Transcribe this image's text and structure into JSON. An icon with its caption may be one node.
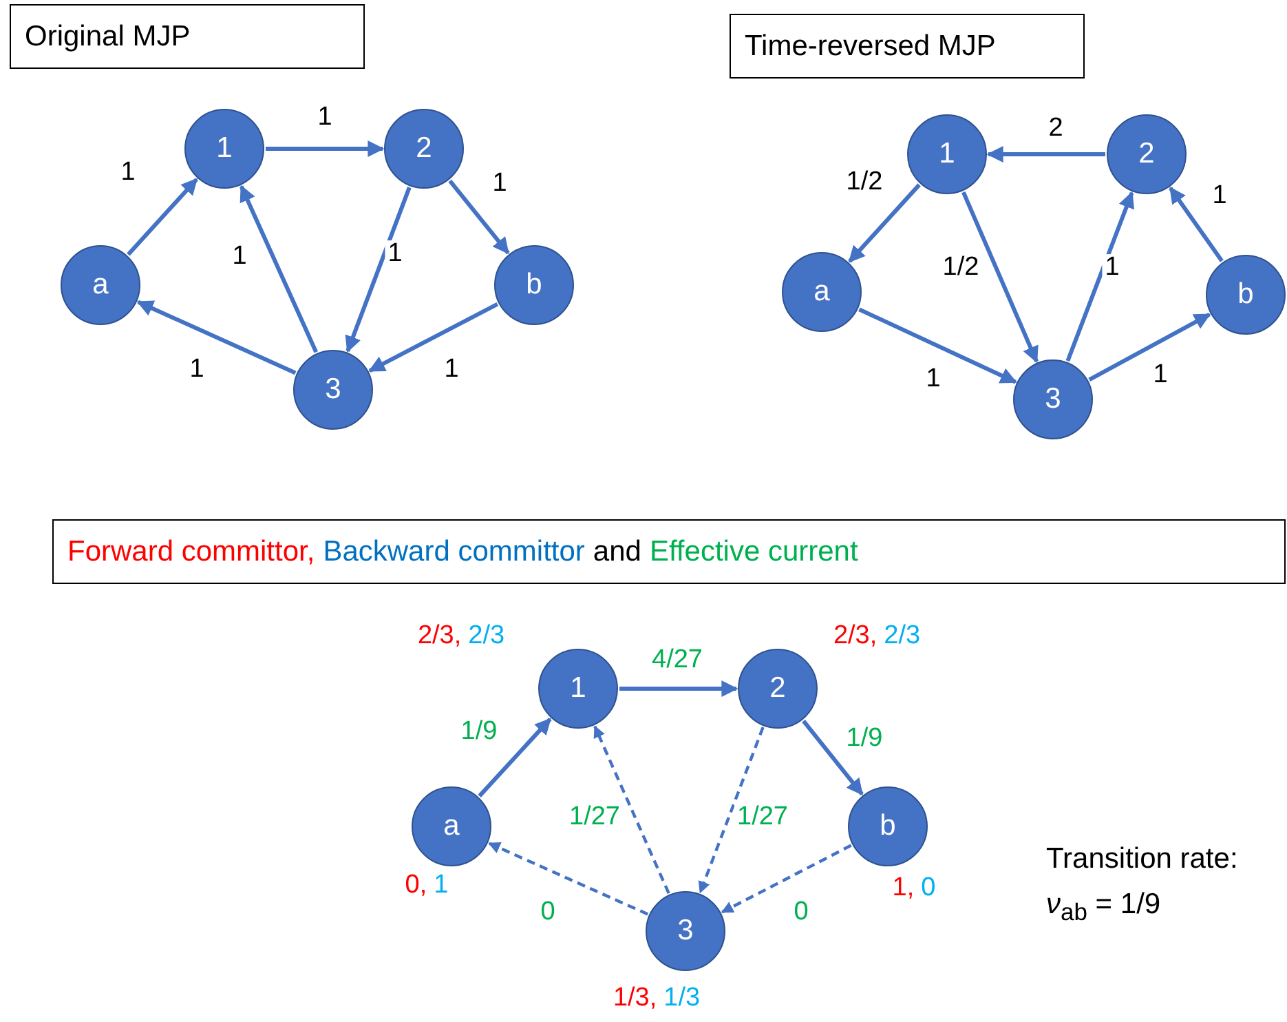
{
  "diagram": {
    "nodes": [
      {
        "text": [
          "Original MJP"
        ]
      },
      {
        "text": [
          "1"
        ]
      },
      {
        "text": [
          "2"
        ]
      },
      {
        "text": [
          "a"
        ]
      },
      {
        "text": [
          "b"
        ]
      },
      {
        "text": [
          "3"
        ]
      },
      {
        "text": [
          "Time-reversed MJP"
        ]
      },
      {
        "text": [
          "1"
        ]
      },
      {
        "text": [
          "2"
        ]
      },
      {
        "text": [
          "a"
        ]
      },
      {
        "text": [
          "b"
        ]
      },
      {
        "text": [
          "3"
        ]
      },
      {
        "text": [
          "Forward committor,",
          "Backward committor",
          "and",
          "Effective current"
        ]
      },
      {
        "text": [
          "1"
        ],
        "beside": [
          "2/3,",
          "2/3"
        ]
      },
      {
        "text": [
          "2"
        ],
        "beside": [
          "2/3,",
          "2/3"
        ]
      },
      {
        "text": [
          "a"
        ],
        "beside": [
          "0,",
          "1"
        ]
      },
      {
        "text": [
          "b"
        ],
        "beside": [
          "1,",
          "0"
        ]
      },
      {
        "text": [
          "3"
        ],
        "beside": [
          "1/3,",
          "1/3"
        ]
      }
    ],
    "edges": [
      {
        "from": 3,
        "to": 1,
        "arrow": "to",
        "label": "1"
      },
      {
        "from": 1,
        "to": 2,
        "arrow": "to",
        "label": "1"
      },
      {
        "from": 2,
        "to": 4,
        "arrow": "to",
        "label": "1"
      },
      {
        "from": 5,
        "to": 1,
        "arrow": "to",
        "label": "1"
      },
      {
        "from": 2,
        "to": 5,
        "arrow": "to",
        "label": "1"
      },
      {
        "from": 4,
        "to": 5,
        "arrow": "to",
        "label": "1"
      },
      {
        "from": 5,
        "to": 3,
        "arrow": "to",
        "label": "1"
      },
      {
        "from": 7,
        "to": 9,
        "arrow": "to",
        "label": "1/2"
      },
      {
        "from": 8,
        "to": 7,
        "arrow": "to",
        "label": "2"
      },
      {
        "from": 10,
        "to": 8,
        "arrow": "to",
        "label": "1"
      },
      {
        "from": 7,
        "to": 11,
        "arrow": "to",
        "label": "1/2"
      },
      {
        "from": 11,
        "to": 8,
        "arrow": "to",
        "label": "1"
      },
      {
        "from": 9,
        "to": 11,
        "arrow": "to",
        "label": "1"
      },
      {
        "from": 11,
        "to": 10,
        "arrow": "to",
        "label": "1"
      },
      {
        "from": 15,
        "to": 13,
        "arrow": "to",
        "label": "1/9"
      },
      {
        "from": 13,
        "to": 14,
        "arrow": "to",
        "label": "4/27"
      },
      {
        "from": 14,
        "to": 16,
        "arrow": "to",
        "label": "1/9"
      },
      {
        "from": 17,
        "to": 13,
        "arrow": "to",
        "label": "1/27",
        "style": "dashed"
      },
      {
        "from": 14,
        "to": 17,
        "arrow": "to",
        "label": "1/27",
        "style": "dashed"
      },
      {
        "from": 16,
        "to": 17,
        "arrow": "to",
        "label": "0",
        "style": "dashed"
      },
      {
        "from": 17,
        "to": 15,
        "arrow": "to",
        "label": "0",
        "style": "dashed"
      }
    ],
    "labels": [
      "Transition rate:",
      "*ν*$_{ab}$ = 1/9"
    ]
  }
}
